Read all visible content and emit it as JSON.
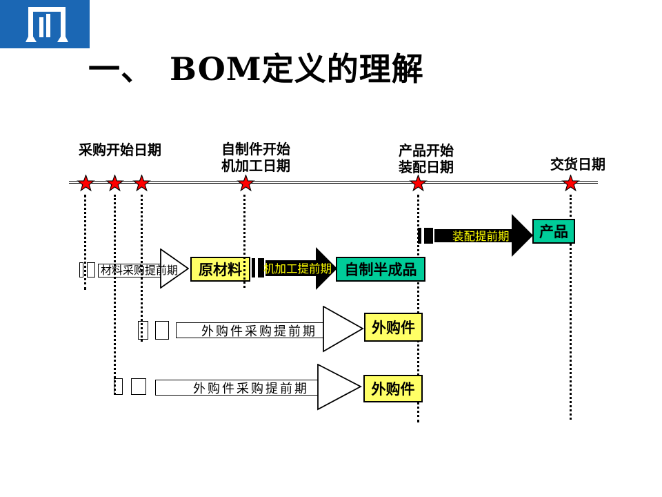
{
  "colors": {
    "logo_blue": "#1B67B4",
    "star_red": "#FF0000",
    "box_yellow": "#FFFF66",
    "box_green": "#00CC99",
    "arrow_black": "#000000",
    "arrow_text_yellow": "#FFFF00"
  },
  "header": {
    "title": "一、　BOM定义的理解"
  },
  "timeline": {
    "milestones": [
      {
        "label": "采购开始日期"
      },
      {
        "label": "自制件开始\n机加工日期"
      },
      {
        "label": "产品开始\n装配日期"
      },
      {
        "label": "交货日期"
      }
    ]
  },
  "diagram": {
    "material_arrow_label": "材料采购提前期",
    "raw_material_box": "原材料",
    "machining_arrow_label": "机加工提前期",
    "semi_finished_box": "自制半成品",
    "assembly_arrow_label": "装配提前期",
    "product_box": "产品",
    "purchased_arrow1_label": "外购件采购提前期",
    "purchased_box1": "外购件",
    "purchased_arrow2_label": "外购件采购提前期",
    "purchased_box2": "外购件"
  }
}
